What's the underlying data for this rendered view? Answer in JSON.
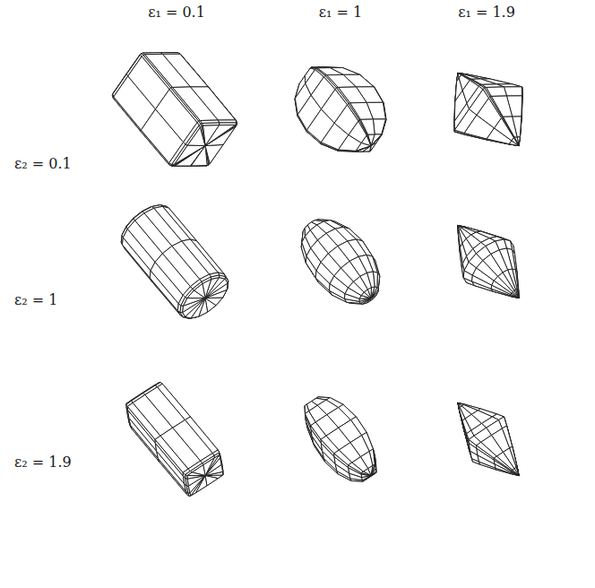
{
  "diagram": {
    "labels": [
      "ε₁ = 0.1",
      "ε₁ = 1",
      "ε₁ = 1.9",
      "ε₂ = 0.1",
      "ε₂ = 1",
      "ε₂ = 1.9"
    ]
  }
}
